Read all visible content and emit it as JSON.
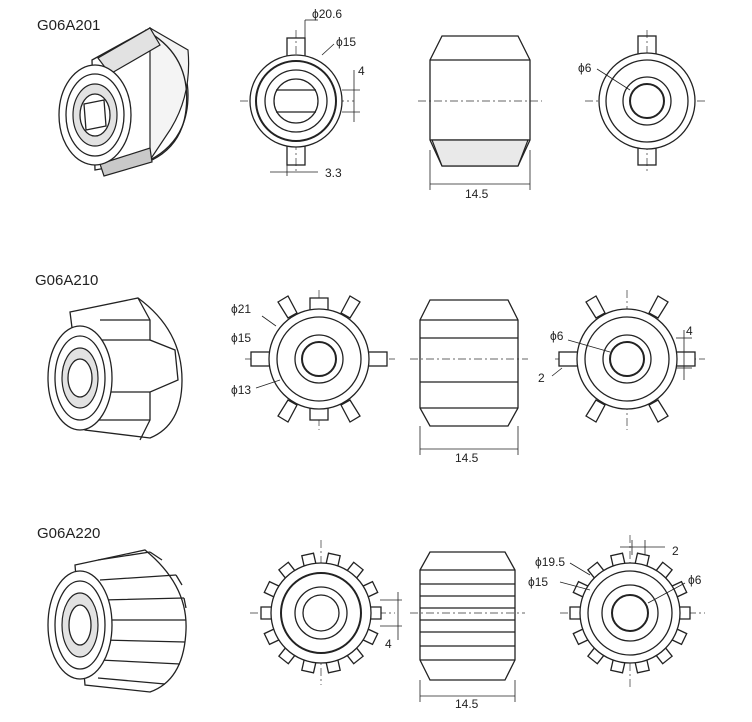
{
  "parts": [
    {
      "id": "G06A201",
      "dims": {
        "d_outer": "ϕ20.6",
        "d_mid": "ϕ15",
        "flat": "4",
        "lug": "3.3",
        "length": "14.5",
        "bore": "ϕ6"
      }
    },
    {
      "id": "G06A210",
      "dims": {
        "d_outer": "ϕ21",
        "d_mid": "ϕ15",
        "d_inner": "ϕ13",
        "length": "14.5",
        "bore": "ϕ6",
        "flat": "4",
        "tooth": "2"
      }
    },
    {
      "id": "G06A220",
      "dims": {
        "flat": "4",
        "length": "14.5",
        "d_outer": "ϕ19.5",
        "d_mid": "ϕ15",
        "bore": "ϕ6",
        "tooth": "2"
      }
    }
  ]
}
